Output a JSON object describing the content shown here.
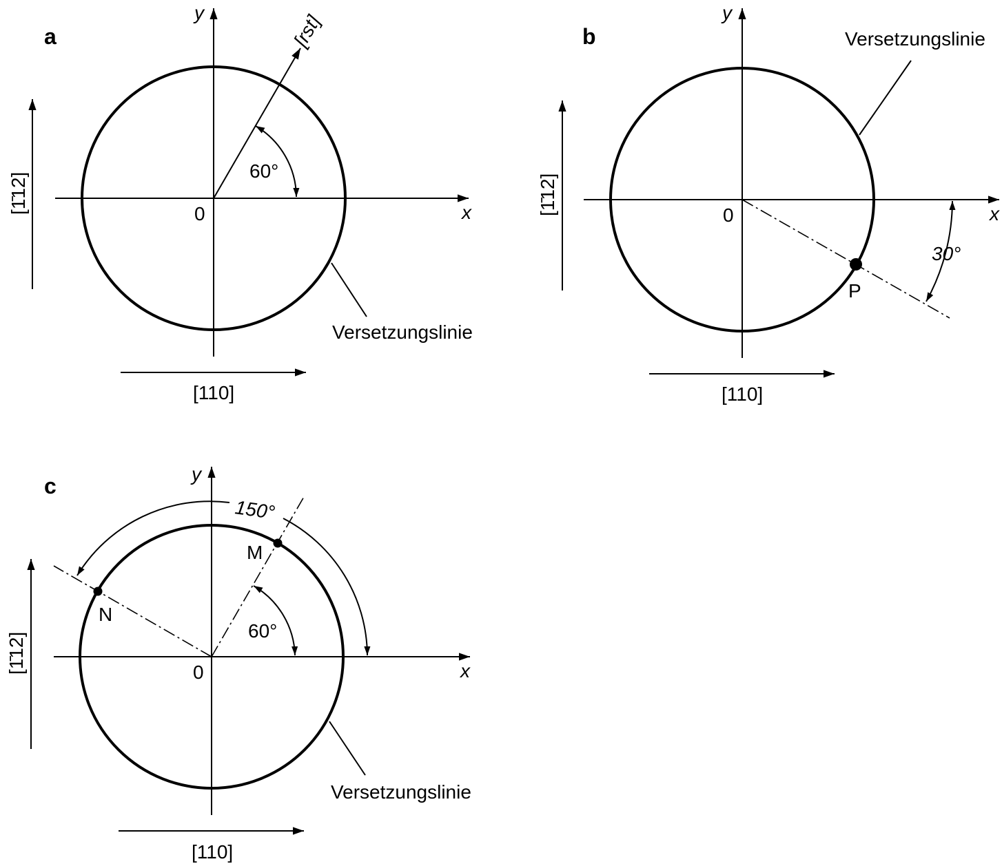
{
  "panels": [
    {
      "id": "a",
      "letter": "a",
      "axis_x": "x",
      "axis_y": "y",
      "origin": "0",
      "vertical_direction": "[1̄12]",
      "horizontal_direction": "[110]",
      "vector_label": "[rst]",
      "angle_label": "60°",
      "line_label": "Versetzungslinie"
    },
    {
      "id": "b",
      "letter": "b",
      "axis_x": "x",
      "axis_y": "y",
      "origin": "0",
      "vertical_direction": "[1̄12]",
      "horizontal_direction": "[110]",
      "angle_label": "30°",
      "point_label": "P",
      "line_label": "Versetzungslinie"
    },
    {
      "id": "c",
      "letter": "c",
      "axis_x": "x",
      "axis_y": "y",
      "origin": "0",
      "vertical_direction": "[1̄12]",
      "horizontal_direction": "[110]",
      "angle_label": "60°",
      "big_angle_label": "150°",
      "point_m_label": "M",
      "point_n_label": "N",
      "line_label": "Versetzungslinie"
    }
  ]
}
